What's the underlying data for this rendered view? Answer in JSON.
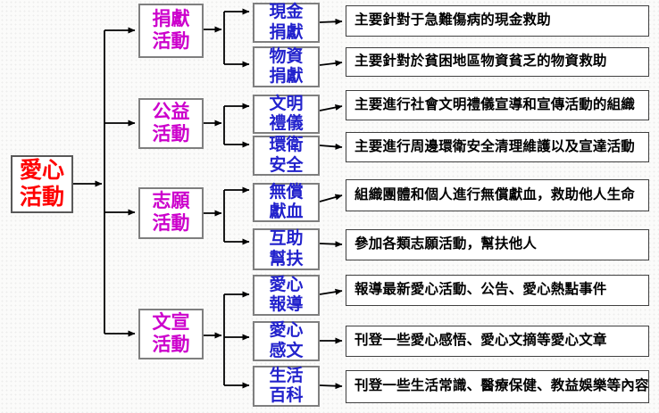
{
  "colors": {
    "root_text": "#ff0000",
    "group_text": "#cc00cc",
    "child_text": "#2222cc",
    "desc_text": "#000000",
    "line": "#000000"
  },
  "root": {
    "label": "愛心\n活動"
  },
  "groups": [
    {
      "label": "捐獻\n活動",
      "children": [
        {
          "label": "現金\n捐獻",
          "desc": "主要針對于急難傷病的現金救助"
        },
        {
          "label": "物資\n捐獻",
          "desc": "主要針對於貧困地區物資貧乏的物資救助"
        }
      ]
    },
    {
      "label": "公益\n活動",
      "children": [
        {
          "label": "文明\n禮儀",
          "desc": "主要進行社會文明禮儀宣導和宣傳活動的組織"
        },
        {
          "label": "環衛\n安全",
          "desc": "主要進行周邊環衛安全清理維護以及宣達活動"
        }
      ]
    },
    {
      "label": "志願\n活動",
      "children": [
        {
          "label": "無償\n獻血",
          "desc": "組織團體和個人進行無償獻血，救助他人生命"
        },
        {
          "label": "互助\n幫扶",
          "desc": "參加各類志願活動，幫扶他人"
        }
      ]
    },
    {
      "label": "文宣\n活動",
      "children": [
        {
          "label": "愛心\n報導",
          "desc": "報導最新愛心活動、公告、愛心熱點事件"
        },
        {
          "label": "愛心\n感文",
          "desc": "刊登一些愛心感悟、愛心文摘等愛心文章"
        },
        {
          "label": "生活\n百科",
          "desc": "刊登一些生活常識、醫療保健、教益娛樂等內容"
        }
      ]
    }
  ]
}
